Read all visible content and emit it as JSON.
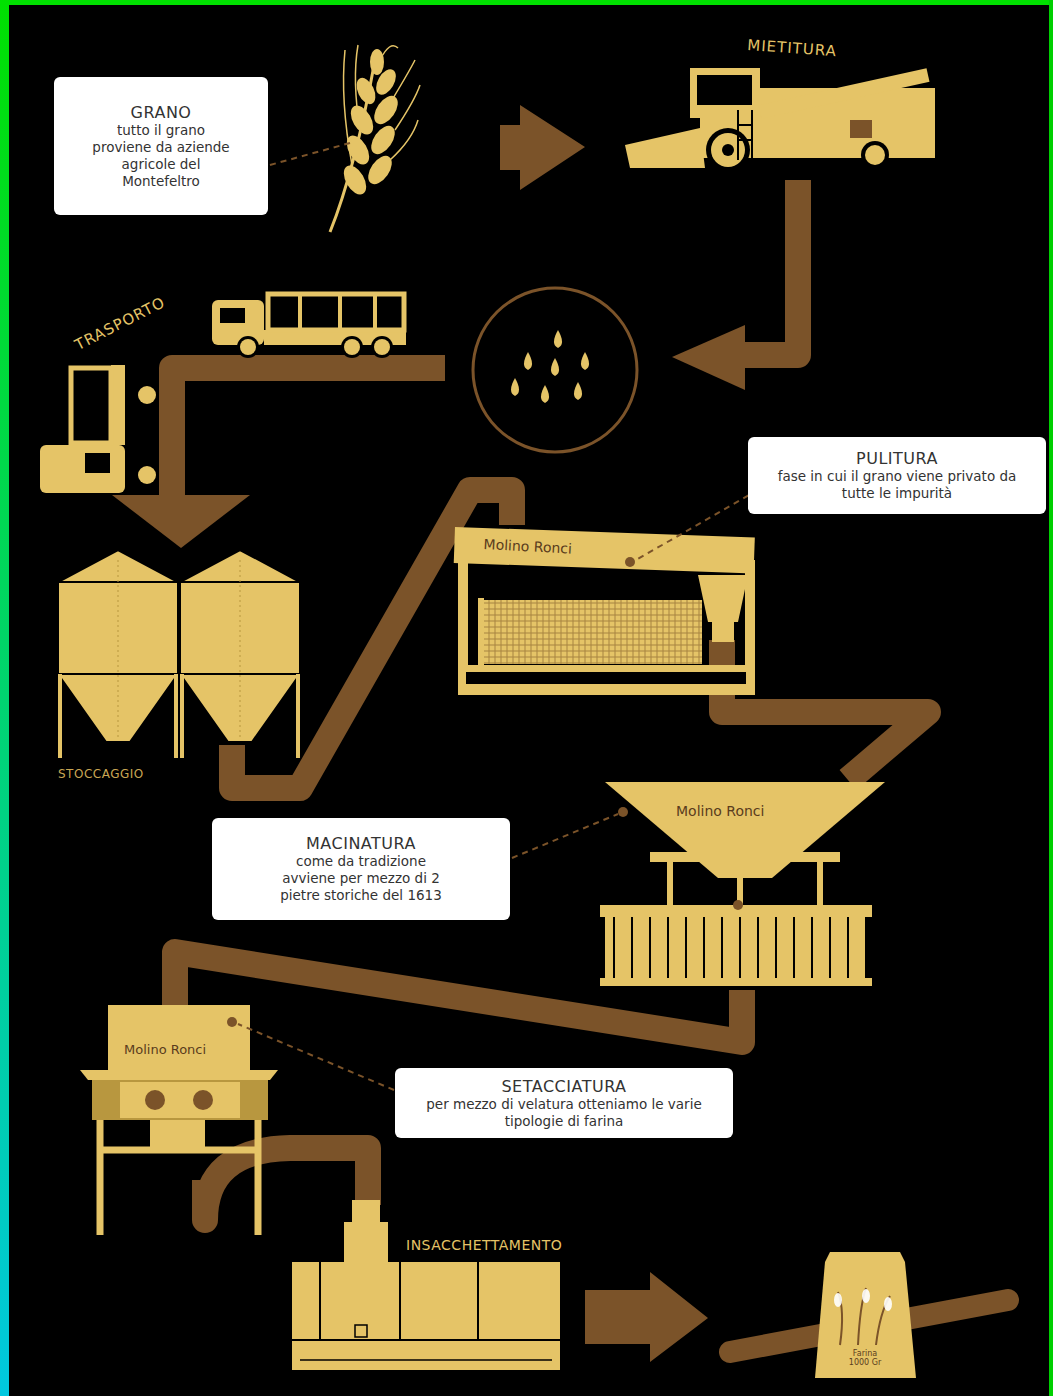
{
  "diagram": {
    "nodes": [
      {
        "text": [
          "GRANO",
          "tutto il grano proviene da aziende agricole del Montefeltro"
        ]
      },
      {
        "text": [
          "PULITURA",
          "fase in cui il grano viene privato da tutte le impurità"
        ]
      },
      {
        "text": [
          "MACINATURA",
          "come da tradizione avviene per mezzo di 2 pietre storiche del 1613"
        ]
      },
      {
        "text": [
          "SETACCIATURA",
          "per mezzo di velatura otteniamo le varie tipologie di farina"
        ]
      }
    ],
    "labels": [
      "MIETITURA",
      "TRASPORTO",
      "Molino Ronci",
      "STOCCAGGIO",
      "Molino Ronci",
      "Molino Ronci",
      "INSACCHETTAMENTO",
      "Farina 1000 Gr"
    ]
  }
}
